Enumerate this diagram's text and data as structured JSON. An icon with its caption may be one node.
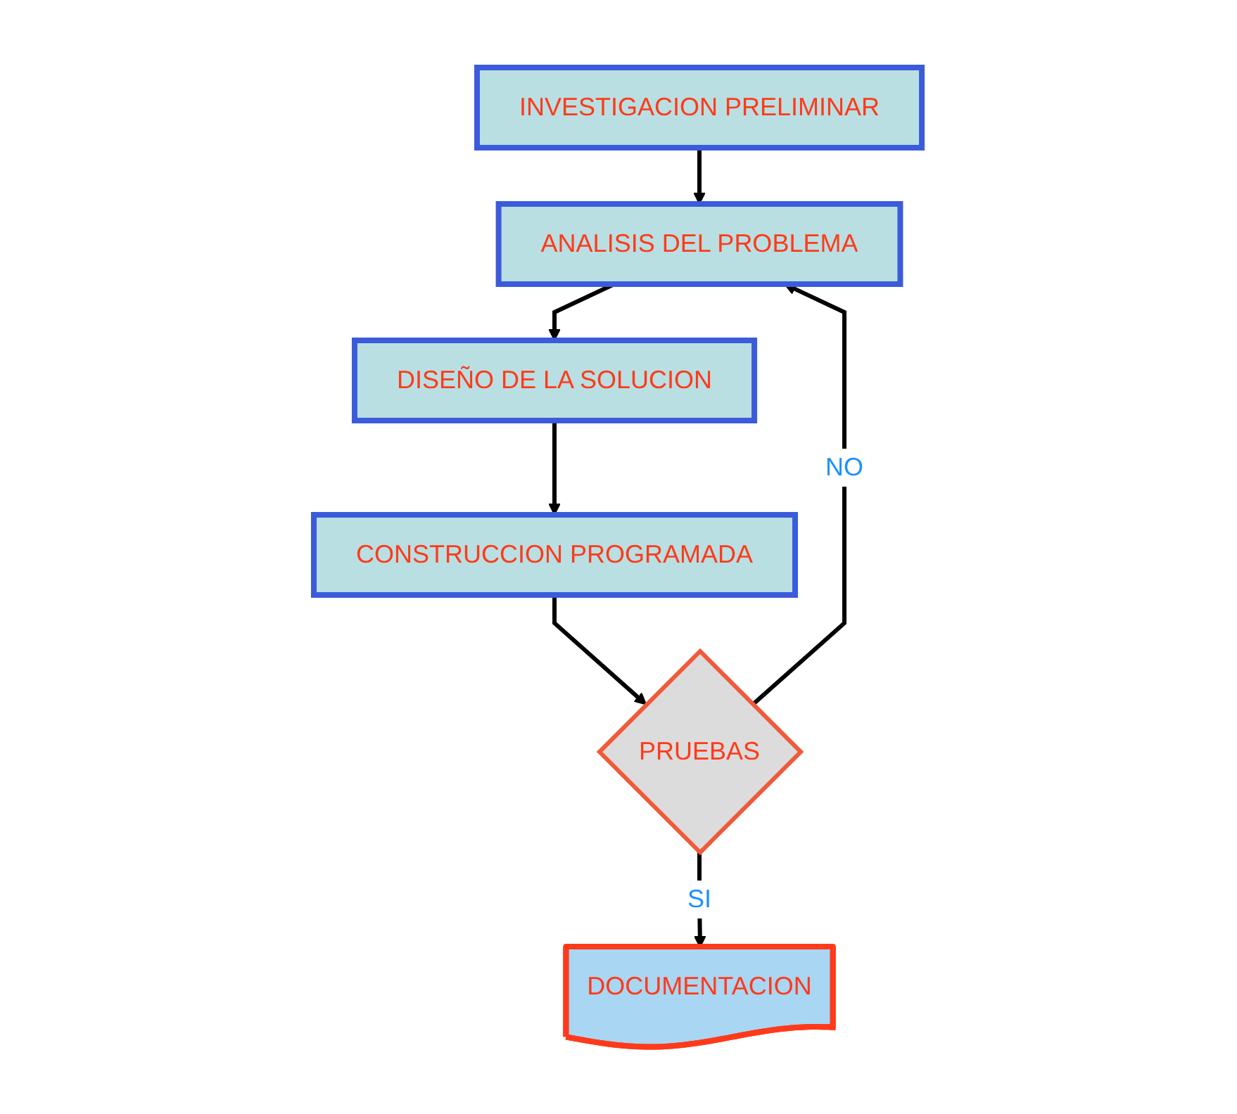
{
  "diagram": {
    "nodes": [
      {
        "text": [
          "INVESTIGACION PRELIMINAR"
        ]
      },
      {
        "text": [
          "ANALISIS DEL PROBLEMA"
        ]
      },
      {
        "text": [
          "DISEÑO DE LA SOLUCION"
        ]
      },
      {
        "text": [
          "CONSTRUCCION PROGRAMADA"
        ]
      },
      {
        "text": [
          "PRUEBAS"
        ]
      },
      {
        "text": [
          "DOCUMENTACION"
        ]
      }
    ],
    "edges": [
      {
        "from": 0,
        "to": 1,
        "arrow": "to"
      },
      {
        "from": 1,
        "to": 2,
        "arrow": "to"
      },
      {
        "from": 2,
        "to": 3,
        "arrow": "to"
      },
      {
        "from": 3,
        "to": 4,
        "arrow": "to"
      },
      {
        "from": 4,
        "to": 5,
        "arrow": "to",
        "label": "SI"
      },
      {
        "from": 4,
        "to": 1,
        "arrow": "to",
        "label": "NO"
      }
    ]
  }
}
